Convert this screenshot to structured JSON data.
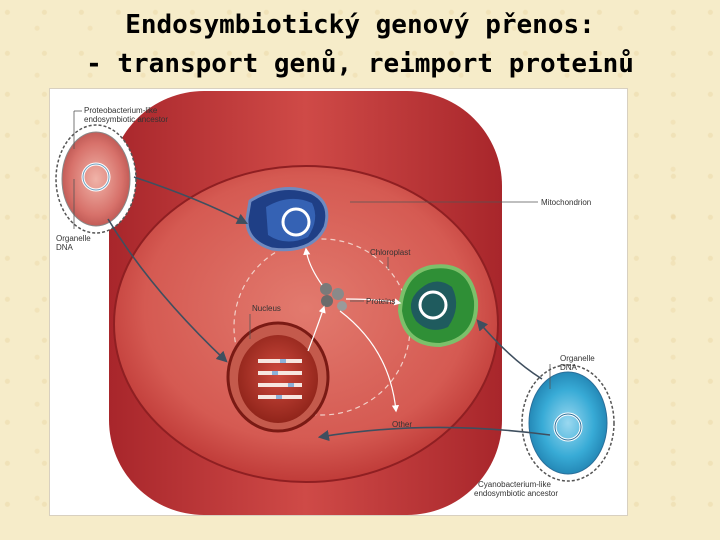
{
  "title": {
    "line1": "Endosymbiotický genový přenos:",
    "line2": "- transport genů, reimport proteinů"
  },
  "figure": {
    "labels": {
      "proteo_ancestor": [
        "Proteobacterium-like",
        "endosymbiotic ancestor"
      ],
      "organelle_dna_left": [
        "Organelle",
        "DNA"
      ],
      "mitochondrion": "Mitochondrion",
      "chloroplast": "Chloroplast",
      "proteins": "Proteins",
      "nucleus": "Nucleus",
      "organelle_dna_right": [
        "Organelle",
        "DNA"
      ],
      "other": "Other",
      "cyano_ancestor": [
        "Cyanobacterium-like",
        "endosymbiotic ancestor"
      ]
    },
    "colors": {
      "cell_outer": "#c8373a",
      "cytoplasm": "#d9645c",
      "mitochondrion": "#2a4f9a",
      "chloroplast": "#3f9a3e",
      "nucleus": "#9c2b22",
      "cyanobacterium": "#35a9d4",
      "proteobacterium": "#cf6b65"
    }
  }
}
